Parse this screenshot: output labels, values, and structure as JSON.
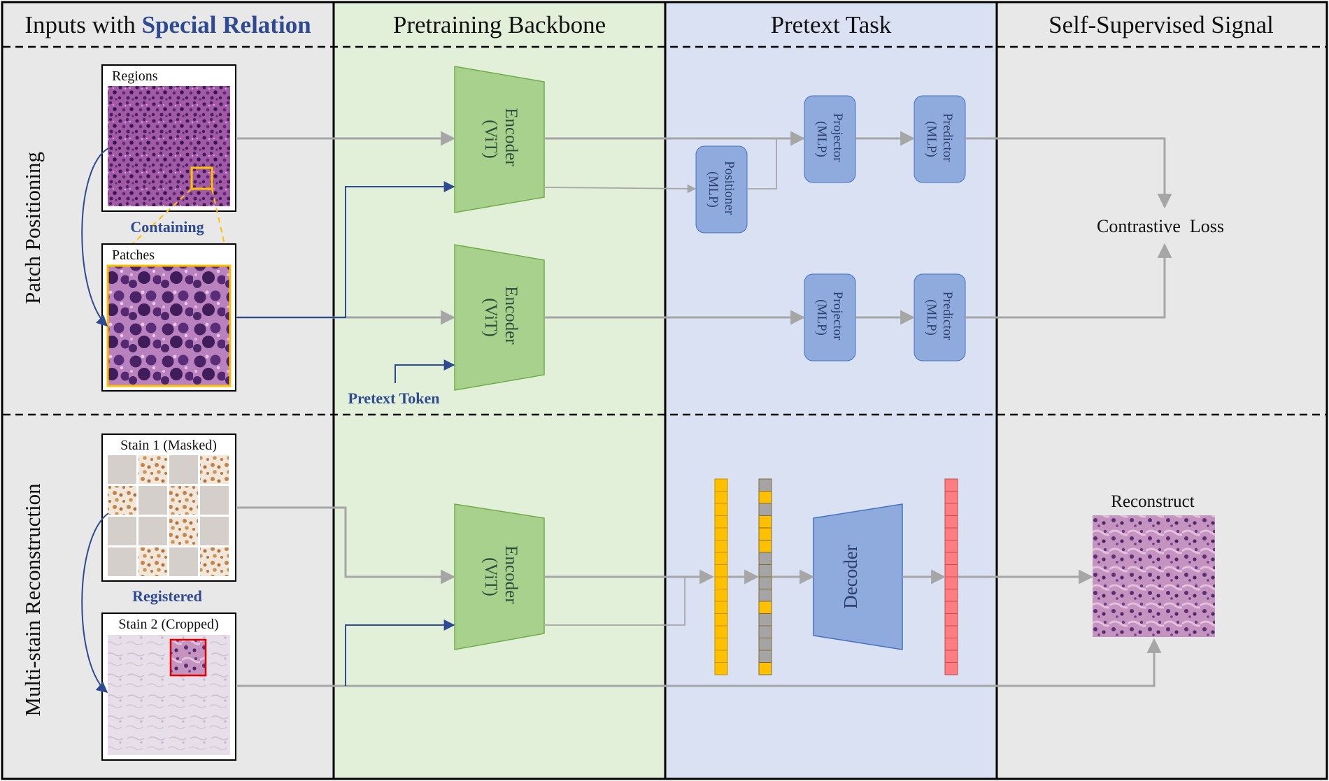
{
  "headers": {
    "col1_prefix": "Inputs with ",
    "col1_emphasis": "Special Relation",
    "col2": "Pretraining Backbone",
    "col3": "Pretext Task",
    "col4": "Self-Supervised Signal"
  },
  "rows": {
    "row1": "Patch Positioning",
    "row2": "Multi-stain Reconstruction"
  },
  "row1": {
    "regions_label": "Regions",
    "patches_label": "Patches",
    "relation": "Containing",
    "pretext_token": "Pretext Token",
    "encoder_line1": "Encoder",
    "encoder_line2": "(ViT)",
    "positioner_line1": "Positioner",
    "positioner_line2": "(MLP)",
    "projector_line1": "Projector",
    "projector_line2": "(MLP)",
    "predictor_line1": "Predictor",
    "predictor_line2": "(MLP)",
    "loss": "Contrastive  Loss"
  },
  "row2": {
    "stain1_label": "Stain 1 (Masked)",
    "stain2_label": "Stain 2 (Cropped)",
    "relation": "Registered",
    "encoder_line1": "Encoder",
    "encoder_line2": "(ViT)",
    "decoder": "Decoder",
    "reconstruct": "Reconstruct"
  },
  "colors": {
    "accent_blue": "#2e4a91",
    "col1_bg": "#e8e8e8",
    "col2_bg": "#e2efd9",
    "col3_bg": "#d9e1f2",
    "col4_bg": "#e8e8e8",
    "encoder_fill": "#a9d18e",
    "mlp_fill": "#8faadc",
    "token_yellow": "#ffc000",
    "token_gray": "#a5a5a5",
    "token_red": "#ff7c80",
    "arrow_gray": "#a6a6a6",
    "highlight_yellow": "#ffc000",
    "crop_red": "#e00000"
  }
}
